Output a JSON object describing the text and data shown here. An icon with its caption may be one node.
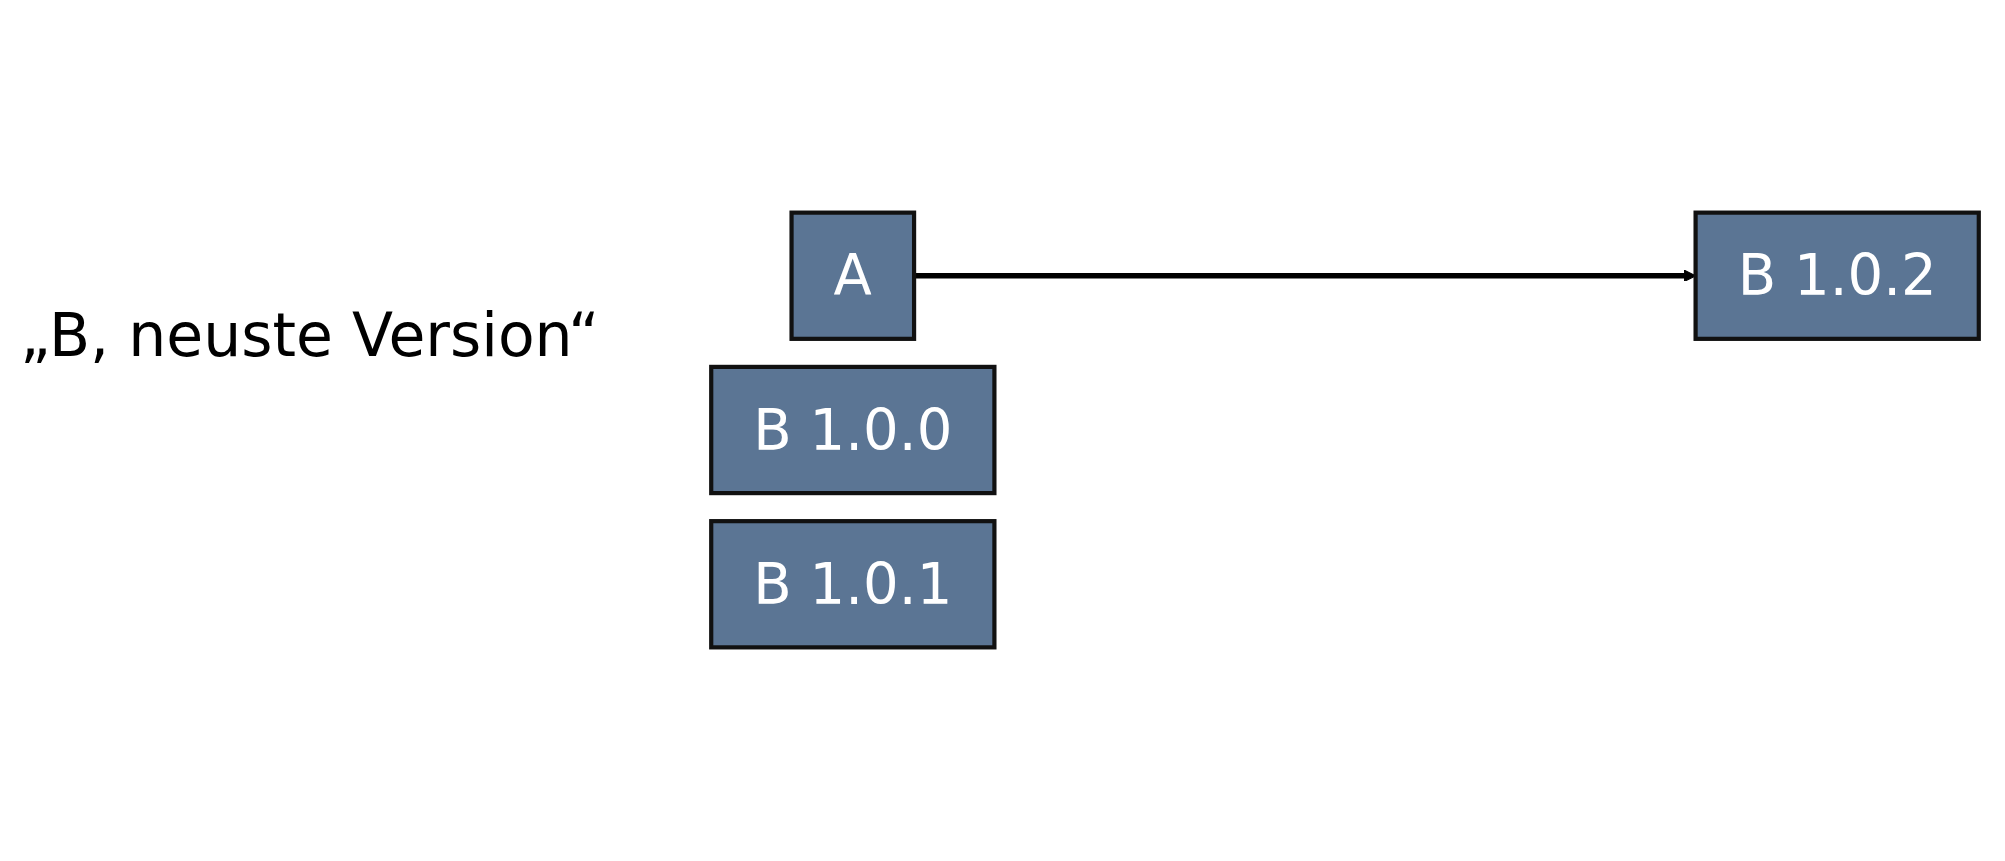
{
  "diagram": {
    "nodes": [
      {
        "text": [
          "A"
        ]
      },
      {
        "text": [
          "B 1.0.0"
        ]
      },
      {
        "text": [
          "B 1.0.1"
        ]
      },
      {
        "text": [
          "B 1.0.2"
        ]
      }
    ],
    "edges": [
      {
        "from": 0,
        "to": 3,
        "arrow": "to"
      }
    ],
    "labels": [
      "„B, neuste Version“"
    ]
  }
}
